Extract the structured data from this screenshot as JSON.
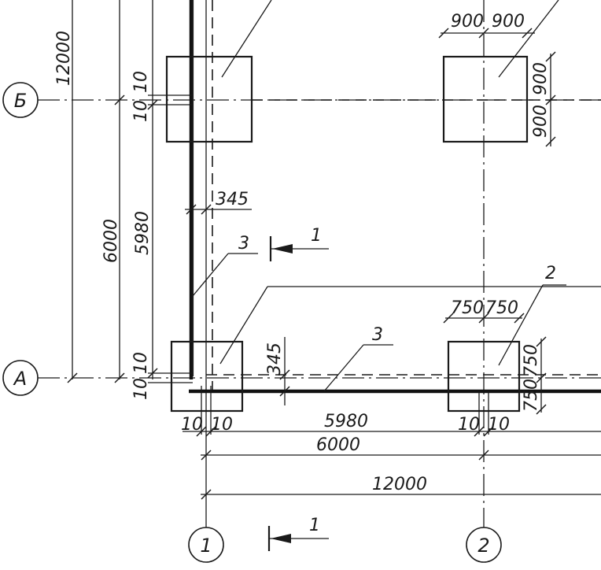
{
  "axes": {
    "b_label": "Б",
    "a_label": "А",
    "one_label": "1",
    "two_label": "2"
  },
  "dimensions": {
    "vertical_12000": "12000",
    "vertical_6000": "6000",
    "vertical_5980": "5980",
    "offset_b_top": "10",
    "offset_b_bottom": "10",
    "offset_a_top": "10",
    "offset_a_bottom": "10",
    "wall_offset_345_top": "345",
    "wall_offset_345_right": "345",
    "col2_top_900_left": "900",
    "col2_top_900_right": "900",
    "col2_top_900_upper": "900",
    "col2_top_900_lower": "900",
    "col2_bottom_750_left": "750",
    "col2_bottom_750_right": "750",
    "col2_bottom_750_upper": "750",
    "col2_bottom_750_lower": "750",
    "offset_1_left": "10",
    "offset_1_right": "10",
    "offset_2_left": "10",
    "offset_2_right": "10",
    "horizontal_5980": "5980",
    "horizontal_6000": "6000",
    "horizontal_12000": "12000"
  },
  "markers": {
    "leader_3_wall": "3",
    "leader_3_beam": "3",
    "leader_2": "2",
    "section_1_top": "1",
    "section_1_bottom": "1"
  }
}
